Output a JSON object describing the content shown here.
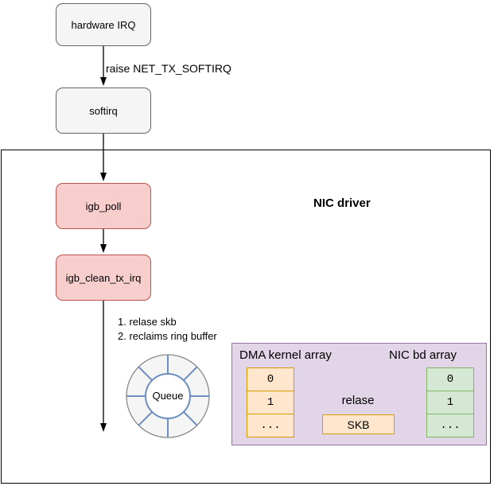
{
  "palette": {
    "node_gray_fill": "#f5f5f5",
    "node_gray_border": "#666666",
    "node_red_fill": "#f8cecc",
    "node_red_border": "#b85450",
    "panel_purple_fill": "#e1d5e7",
    "panel_purple_border": "#9673a6",
    "cell_orange_fill": "#ffe6cc",
    "cell_orange_border": "#d79b00",
    "cell_green_fill": "#d5e8d4",
    "cell_green_border": "#82b366",
    "wheel_spoke_blue": "#6c8ebf"
  },
  "flow": {
    "hardware_irq_label": "hardware IRQ",
    "raise_edge_label": "raise NET_TX_SOFTIRQ",
    "softirq_label": "softirq",
    "igb_poll_label": "igb_poll",
    "igb_clean_tx_irq_label": "igb_clean_tx_irq"
  },
  "nic_driver": {
    "title": "NIC driver",
    "notes": {
      "line1": "1. relase skb",
      "line2": "2. reclaims ring buffer"
    },
    "queue_label": "Queue"
  },
  "memory_panel": {
    "dma_array_title": "DMA kernel array",
    "nic_bd_array_title": "NIC bd array",
    "dma_cells": [
      "0",
      "1",
      "..."
    ],
    "nic_cells": [
      "0",
      "1",
      "..."
    ],
    "release_label": "relase",
    "skb_label": "SKB"
  }
}
